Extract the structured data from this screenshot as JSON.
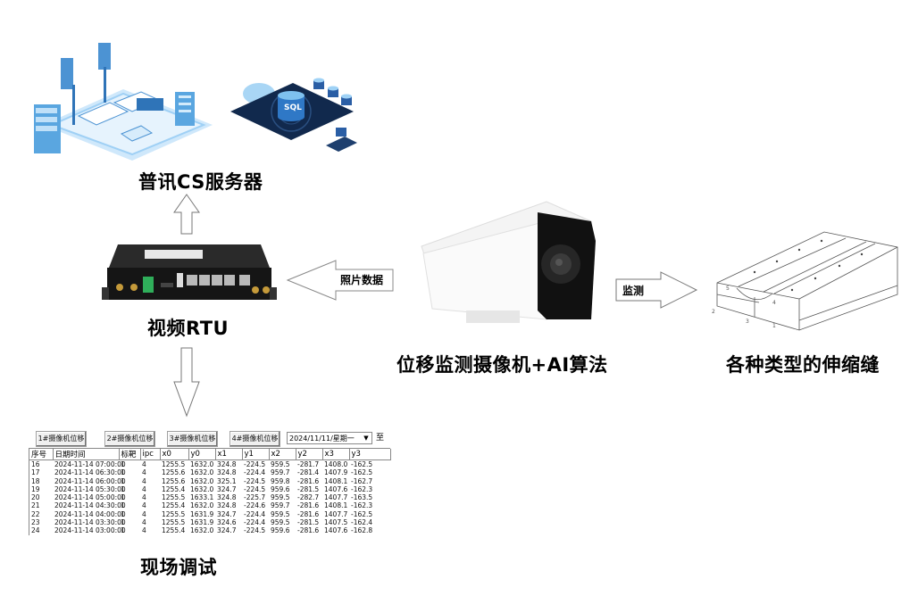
{
  "captions": {
    "server": "普讯CS服务器",
    "rtu": "视频RTU",
    "camera": "位移监测摄像机+AI算法",
    "joints": "各种类型的伸缩缝",
    "field": "现场调试"
  },
  "arrows": {
    "photo_data": "照片数据",
    "monitor": "监测"
  },
  "illustrations": {
    "sql_label": "SQL"
  },
  "panel": {
    "buttons": [
      "1#摄像机位移",
      "2#摄像机位移",
      "3#摄像机位移",
      "4#摄像机位移"
    ],
    "date_select": "2024/11/11/星期一",
    "date_to_label": "至",
    "columns": [
      "序号",
      "日期时间",
      "标靶",
      "ipc",
      "x0",
      "y0",
      "x1",
      "y1",
      "x2",
      "y2",
      "x3",
      "y3"
    ],
    "rows": [
      [
        "16",
        "2024-11-14 07:00:00",
        "1",
        "4",
        "1255.5",
        "1632.0",
        "324.8",
        "-224.5",
        "959.5",
        "-281.7",
        "1408.0",
        "-162.5"
      ],
      [
        "17",
        "2024-11-14 06:30:00",
        "1",
        "4",
        "1255.6",
        "1632.0",
        "324.8",
        "-224.4",
        "959.7",
        "-281.4",
        "1407.9",
        "-162.5"
      ],
      [
        "18",
        "2024-11-14 06:00:00",
        "1",
        "4",
        "1255.6",
        "1632.0",
        "325.1",
        "-224.5",
        "959.8",
        "-281.6",
        "1408.1",
        "-162.7"
      ],
      [
        "19",
        "2024-11-14 05:30:00",
        "1",
        "4",
        "1255.4",
        "1632.0",
        "324.7",
        "-224.5",
        "959.6",
        "-281.5",
        "1407.6",
        "-162.3"
      ],
      [
        "20",
        "2024-11-14 05:00:00",
        "1",
        "4",
        "1255.5",
        "1633.1",
        "324.8",
        "-225.7",
        "959.5",
        "-282.7",
        "1407.7",
        "-163.5"
      ],
      [
        "21",
        "2024-11-14 04:30:00",
        "1",
        "4",
        "1255.4",
        "1632.0",
        "324.8",
        "-224.6",
        "959.7",
        "-281.6",
        "1408.1",
        "-162.3"
      ],
      [
        "22",
        "2024-11-14 04:00:00",
        "1",
        "4",
        "1255.5",
        "1631.9",
        "324.7",
        "-224.4",
        "959.5",
        "-281.6",
        "1407.7",
        "-162.5"
      ],
      [
        "23",
        "2024-11-14 03:30:00",
        "1",
        "4",
        "1255.5",
        "1631.9",
        "324.6",
        "-224.4",
        "959.5",
        "-281.5",
        "1407.5",
        "-162.4"
      ],
      [
        "24",
        "2024-11-14 03:00:00",
        "1",
        "4",
        "1255.4",
        "1632.0",
        "324.7",
        "-224.5",
        "959.6",
        "-281.6",
        "1407.6",
        "-162.8"
      ]
    ]
  }
}
